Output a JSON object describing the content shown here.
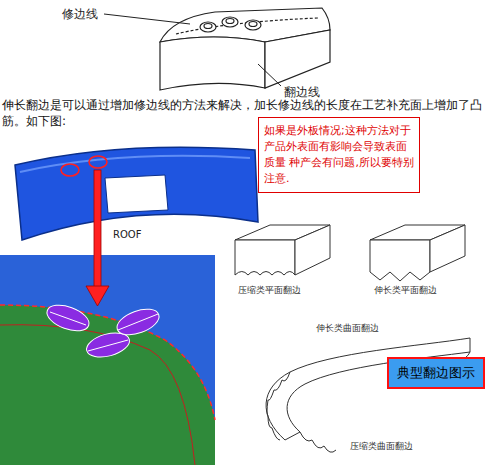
{
  "diagram": {
    "nodes": [
      {
        "text": [
          "如果是外板情况;这种方法对于产品外表面有影响会导致表面质量 种产会有问题,所以要特别注意."
        ]
      },
      {
        "text": [
          "典型翻边图示"
        ]
      }
    ],
    "labels": [
      "修边线",
      "翻边线",
      "伸长翻边是可以通过增加修边线的方法来解决，加长修边线的长度在工艺补充面上增加了凸筋。如下图:",
      "ROOF",
      "压缩类平面翻边",
      "伸长类平面翻边",
      "伸长类曲面翻边",
      "压缩类曲面翻边"
    ]
  }
}
